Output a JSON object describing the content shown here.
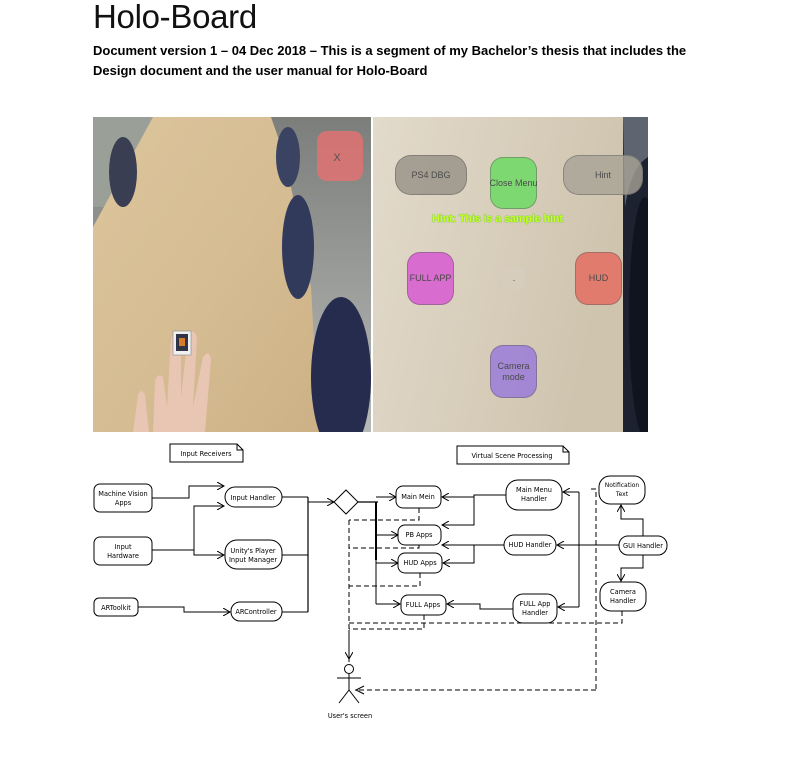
{
  "document": {
    "title": "Holo-Board",
    "subtitle": "Document version 1 – 04 Dec 2018 – This is a segment of my Bachelor’s thesis that includes the Design document and the user manual for Holo-Board"
  },
  "photos": {
    "left": {
      "description": "Camera view of a wooden table with an AR marker held on a hand",
      "close_button_label": "X"
    },
    "right": {
      "description": "AR menu overlaid on a wooden table",
      "buttons": [
        {
          "id": "ps4-dbg",
          "label": "PS4 DBG",
          "color": "#9a948a"
        },
        {
          "id": "close-menu",
          "label": "Close Menu",
          "color": "#79d86e"
        },
        {
          "id": "hint",
          "label": "Hint",
          "color": "#a9a397"
        },
        {
          "id": "full-app",
          "label": "FULL APP",
          "color": "#d866d0"
        },
        {
          "id": "center",
          "label": ".",
          "color": "#d6cdbd"
        },
        {
          "id": "hud",
          "label": "HUD",
          "color": "#e2776a"
        },
        {
          "id": "camera-mode",
          "label": "Camera mode",
          "color": "#a084d6"
        }
      ],
      "hint_text": "Hint: This is a sample hint"
    }
  },
  "diagram": {
    "notes": {
      "input_receivers": "Input Receivers",
      "virtual_scene_processing": "Virtual Scene Processing"
    },
    "sources": {
      "machine_vision_line1": "Machine Vision",
      "machine_vision_line2": "Apps",
      "input_hardware_line1": "Input",
      "input_hardware_line2": "Hardware",
      "artoolkit": "ARToolkit"
    },
    "receivers": {
      "input_handler": "Input Handler",
      "unity_line1": "Unity's Player",
      "unity_line2": "Input Manager",
      "arcontroller": "ARController"
    },
    "apps": {
      "main_mein": "Main Mein",
      "pb_apps": "PB Apps",
      "hud_apps": "HUD Apps",
      "full_apps": "FULL Apps"
    },
    "handlers": {
      "main_menu_line1": "Main Menu",
      "main_menu_line2": "Handler",
      "hud_handler": "HUD Handler",
      "full_app_line1": "FULL App",
      "full_app_line2": "Handler"
    },
    "gui": {
      "notification_line1": "Notification",
      "notification_line2": "Text",
      "gui_handler": "GUI Handler",
      "camera_line1": "Camera",
      "camera_line2": "Handler"
    },
    "actor": {
      "label": "User's screen"
    }
  }
}
